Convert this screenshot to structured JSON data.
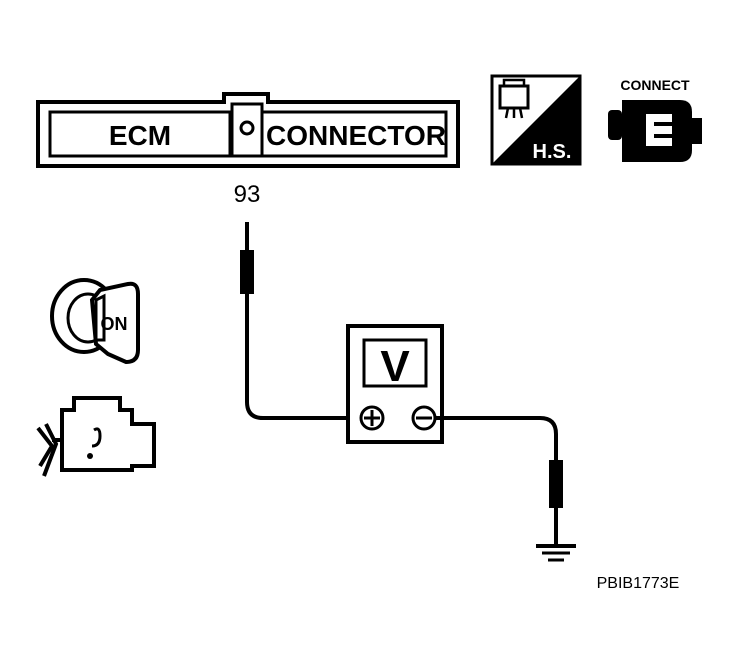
{
  "connector": {
    "left_label": "ECM",
    "right_label": "CONNECTOR"
  },
  "terminal_number": "93",
  "meter_label": "V",
  "meter_plus_symbol": "+",
  "meter_minus_symbol": "−",
  "key_switch_label": "ON",
  "hs_badge_label": "H.S.",
  "connect_badge_label": "CONNECT",
  "figure_code": "PBIB1773E",
  "icons": [
    "ecm-connector-icon",
    "harness-side-icon",
    "connect-icon",
    "ignition-key-on-icon",
    "engine-icon",
    "voltmeter-icon",
    "ground-icon"
  ]
}
